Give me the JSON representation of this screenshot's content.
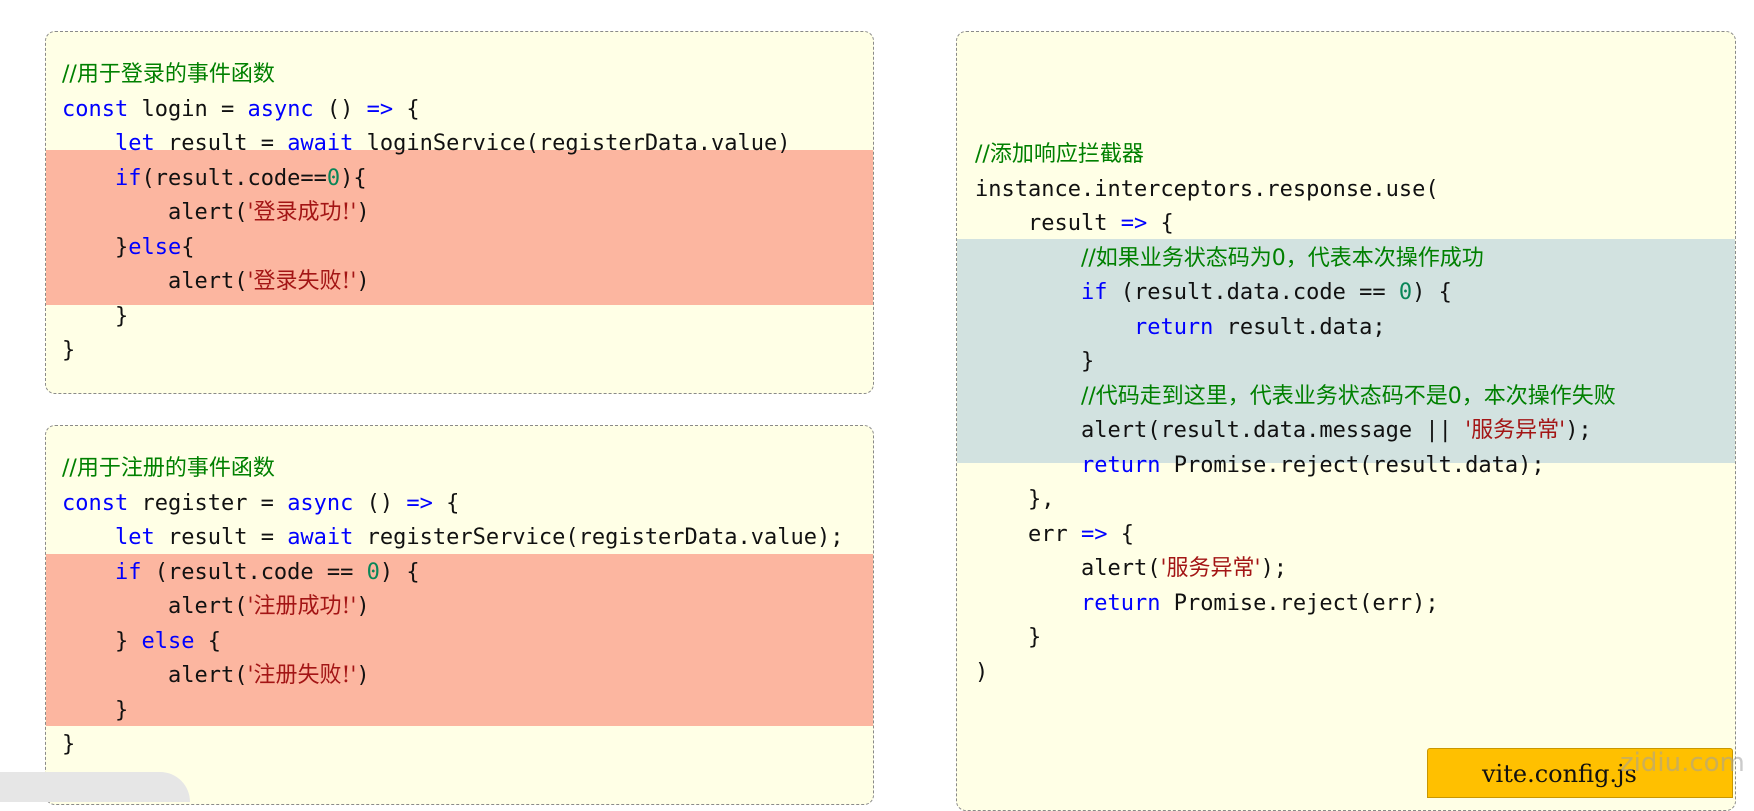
{
  "login": {
    "comment": "//用于登录的事件函数",
    "decl_kw": "const",
    "decl_name": " login = ",
    "async_kw": "async",
    "arrow_open": " () ",
    "arrow": "=>",
    "brace": " {",
    "indent1": "    ",
    "let_kw": "let",
    "call_mid": " result = ",
    "await_kw": "await",
    "call": " loginService(registerData.value)",
    "if_kw": "if",
    "cond_a": "(result.code==",
    "zero": "0",
    "cond_b": "){",
    "indent2": "        ",
    "alert_a": "alert(",
    "success_str": "'登录成功!'",
    "alert_close": ")",
    "close_brace": "}",
    "else_kw": "else",
    "open_brace": "{",
    "fail_str": "'登录失败!'",
    "final_brace": "}"
  },
  "register": {
    "comment": "//用于注册的事件函数",
    "decl_kw": "const",
    "decl_name": " register = ",
    "async_kw": "async",
    "arrow_open": " () ",
    "arrow": "=>",
    "brace": " {",
    "indent1": "    ",
    "let_kw": "let",
    "call_mid": " result = ",
    "await_kw": "await",
    "call": " registerService(registerData.value);",
    "if_kw": "if",
    "cond_a": " (result.code == ",
    "zero": "0",
    "cond_b": ") {",
    "indent2": "        ",
    "alert_a": "alert(",
    "success_str": "'注册成功!'",
    "alert_close": ")",
    "close_brace_a": "} ",
    "else_kw": "else",
    "open_brace": " {",
    "fail_str": "'注册失败!'",
    "close_brace": "}",
    "final_brace": "}"
  },
  "interceptor": {
    "comment1": "//添加响应拦截器",
    "use_line": "instance.interceptors.response.use(",
    "indent1": "    ",
    "indent2": "        ",
    "indent3": "            ",
    "result_param": "result ",
    "arrow": "=>",
    "brace": " {",
    "comment2": "//如果业务状态码为0，代表本次操作成功",
    "if_kw": "if",
    "cond_a": " (result.data.code == ",
    "zero": "0",
    "cond_b": ") {",
    "return_kw": "return",
    "return1": " result.data;",
    "close_brace": "}",
    "comment3": "//代码走到这里，代表业务状态码不是0，本次操作失败",
    "alert_a": "alert(result.data.message || ",
    "service_err_str": "'服务异常'",
    "alert_b": ");",
    "return2": " Promise.reject(result.data);",
    "close_comma": "},",
    "err_param": "err ",
    "alert_c": "alert(",
    "alert_d": ");",
    "return3": " Promise.reject(err);",
    "close_paren": ")"
  },
  "file_tag": "vite.config.js",
  "watermark": "zidiu.com",
  "colors": {
    "keyword": "#0000ff",
    "comment": "#008000",
    "string": "#a31515",
    "number": "#098658",
    "highlight_red": "#fcb6a0",
    "highlight_blue": "#d2e2e0",
    "panel_bg": "#ffffe6",
    "tag_bg": "#ffc000"
  }
}
